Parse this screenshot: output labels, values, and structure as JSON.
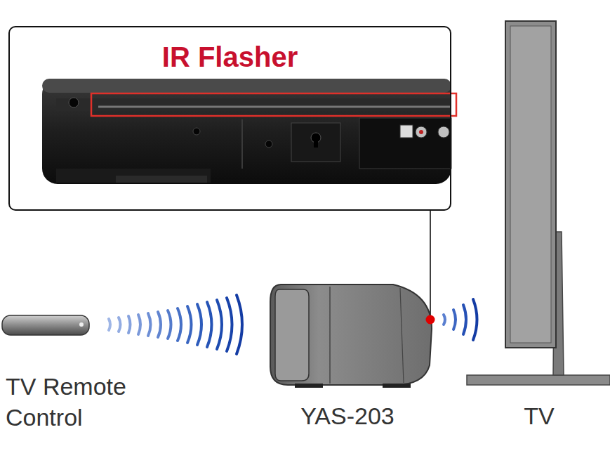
{
  "diagram": {
    "nodes": [
      {
        "text": [
          "IR Flasher"
        ]
      }
    ],
    "labels": [
      "TV Remote Control",
      "YAS-203",
      "TV"
    ]
  }
}
